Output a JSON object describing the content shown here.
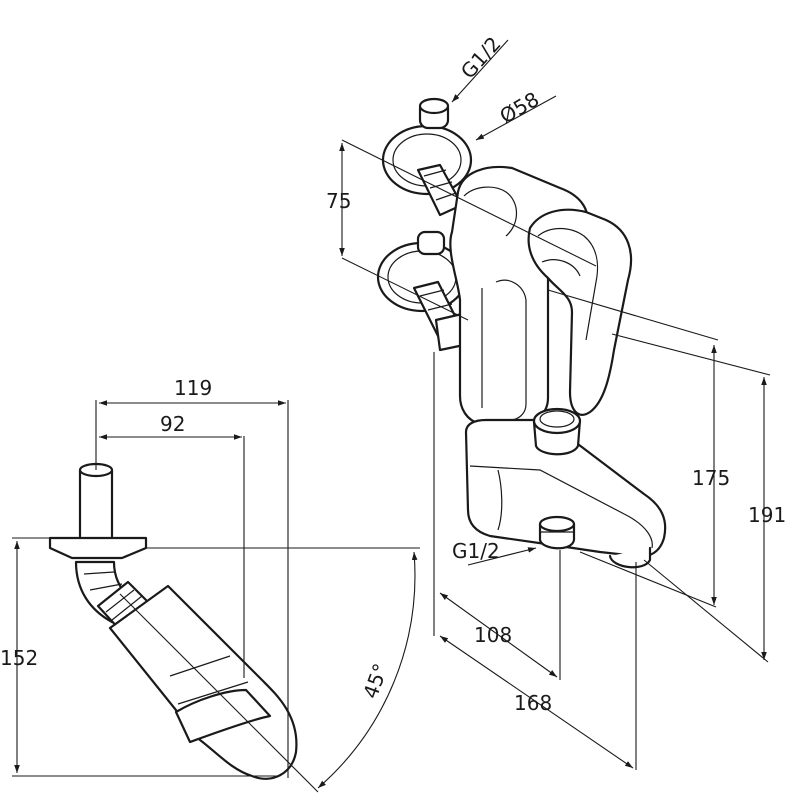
{
  "dimensions": {
    "g12_top": "G1/2",
    "dia58": "Ø58",
    "d75": "75",
    "d175": "175",
    "d191": "191",
    "g12_outlet": "G1/2",
    "d108": "108",
    "d168": "168",
    "d119": "119",
    "d92": "92",
    "d152": "152",
    "angle45": "45°"
  }
}
